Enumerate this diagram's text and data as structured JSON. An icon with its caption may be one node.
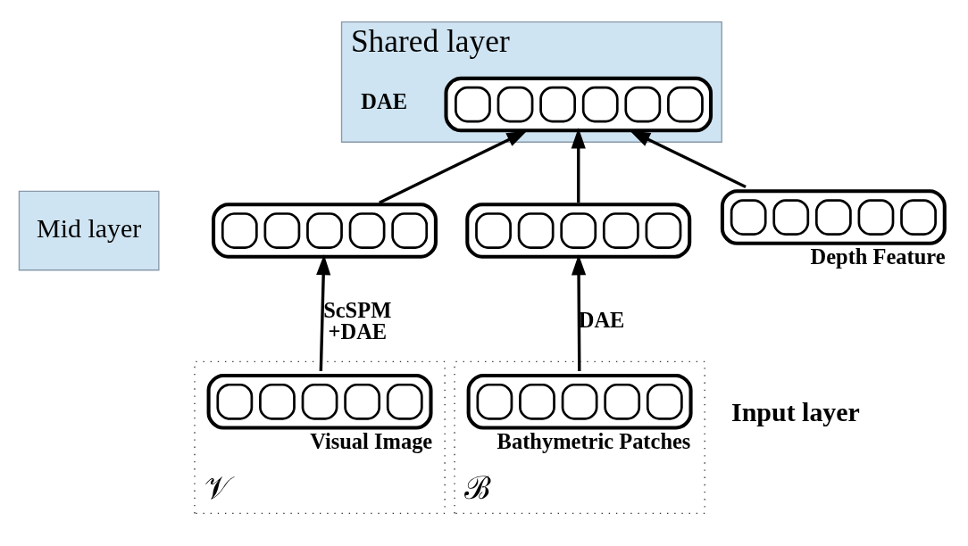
{
  "diagram": {
    "nodes": [
      {
        "text": [
          "Shared layer"
        ]
      },
      {
        "text": [],
        "shape": "bar",
        "in": 0,
        "beside": [
          "DAE"
        ]
      },
      {
        "text": [
          "Mid layer"
        ]
      },
      {
        "text": [
          "𝒱"
        ]
      },
      {
        "text": [],
        "shape": "bar"
      },
      {
        "text": [],
        "shape": "bar",
        "in": 3,
        "beside": [
          "Visual Image"
        ]
      },
      {
        "text": [
          "ℬ"
        ]
      },
      {
        "text": [],
        "shape": "bar"
      },
      {
        "text": [],
        "shape": "bar",
        "beside": [
          "Depth Feature"
        ]
      },
      {
        "text": [],
        "shape": "bar",
        "in": 6,
        "beside": [
          "Bathymetric Patches"
        ]
      }
    ],
    "edges": [
      {
        "from": 5,
        "to": 4,
        "arrow": "to",
        "label": "ScSPM +DAE"
      },
      {
        "from": 9,
        "to": 7,
        "arrow": "to",
        "label": "DAE"
      },
      {
        "from": 4,
        "to": 1,
        "arrow": "to"
      },
      {
        "from": 7,
        "to": 1,
        "arrow": "to"
      },
      {
        "from": 8,
        "to": 1,
        "arrow": "to"
      }
    ],
    "labels": [
      "Input layer"
    ]
  }
}
